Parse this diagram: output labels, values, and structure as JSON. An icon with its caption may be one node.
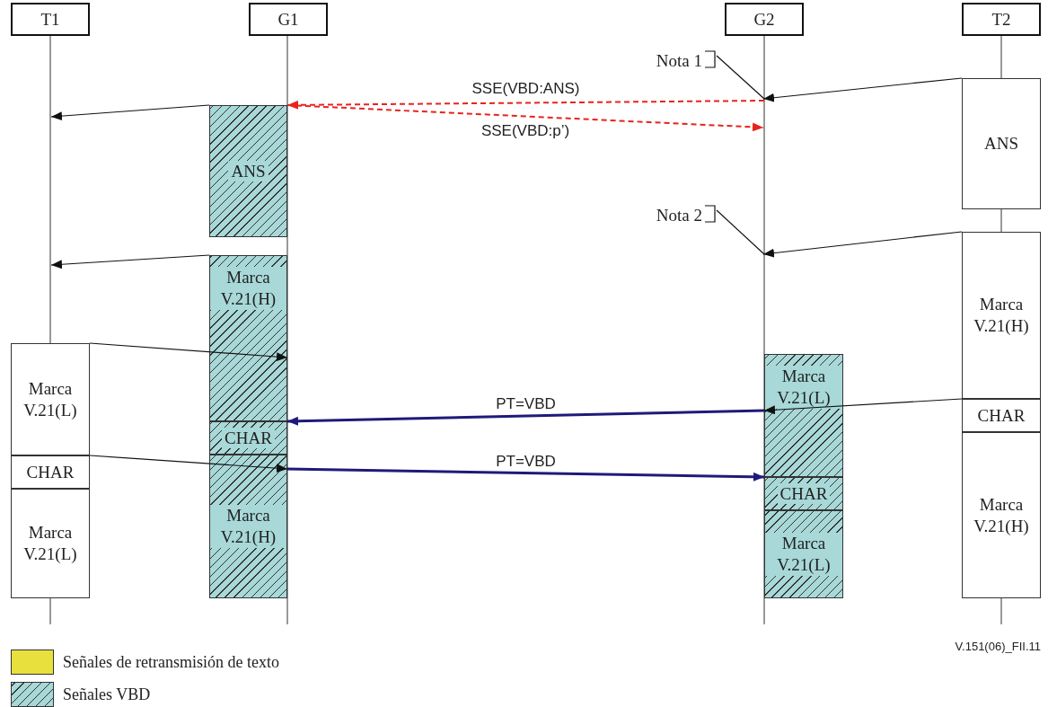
{
  "diagram": {
    "nodes": [
      {
        "text": [
          "T1"
        ]
      },
      {
        "text": [
          "G1"
        ]
      },
      {
        "text": [
          "G2"
        ]
      },
      {
        "text": [
          "T2"
        ]
      },
      {
        "text": [
          "ANS"
        ]
      },
      {
        "text": [
          "Marca V.21(H)"
        ]
      },
      {
        "text": [
          "CHAR"
        ]
      },
      {
        "text": [
          "Marca V.21(H)"
        ]
      },
      {
        "text": [
          "ANS"
        ]
      },
      {
        "text": [
          "Marca V.21(H)"
        ]
      },
      {
        "text": [
          "CHAR"
        ]
      },
      {
        "text": [
          "Marca V.21(H)"
        ]
      },
      {
        "text": [
          "Marca V.21(L)"
        ]
      },
      {
        "text": [
          "CHAR"
        ]
      },
      {
        "text": [
          "Marca V.21(L)"
        ]
      },
      {
        "text": [
          "Marca V.21(L)"
        ]
      },
      {
        "text": [
          "CHAR"
        ]
      },
      {
        "text": [
          "Marca V.21(L)"
        ]
      },
      {
        "text": [
          "Nota 1"
        ]
      },
      {
        "text": [
          "Nota 2"
        ]
      }
    ],
    "edges": [
      {
        "from": 4,
        "to": null,
        "arrow": "to"
      },
      {
        "from": null,
        "to": 8,
        "arrow": "to",
        "label": "SSE(VBD:ANS)",
        "style": "dashed",
        "color": "#e8231f"
      },
      {
        "from": 8,
        "to": null,
        "arrow": "to",
        "label": "SSE(VBD:p’)",
        "style": "dashed",
        "color": "#e8231f"
      },
      {
        "from": 8,
        "to": null,
        "arrow": "to"
      },
      {
        "from": 18,
        "to": null,
        "arrow": "none"
      },
      {
        "from": 5,
        "to": null,
        "arrow": "to"
      },
      {
        "from": 19,
        "to": null,
        "arrow": "none"
      },
      {
        "from": 9,
        "to": null,
        "arrow": "to"
      },
      {
        "from": 12,
        "to": 9,
        "arrow": "to"
      },
      {
        "from": 6,
        "to": 15,
        "arrow": "to"
      },
      {
        "from": 15,
        "to": 10,
        "arrow": "to",
        "label": "PT=VBD",
        "style": "thick",
        "color": "#1f1a7a"
      },
      {
        "from": 13,
        "to": 11,
        "arrow": "to"
      },
      {
        "from": 11,
        "to": 16,
        "arrow": "to",
        "label": "PT=VBD",
        "style": "thick",
        "color": "#1f1a7a"
      }
    ],
    "labels": [
      "V.151(06)_FII.11"
    ],
    "legend": [
      {
        "text": "Señales de retransmisión de texto",
        "color": "#e8e03c"
      },
      {
        "text": "Señales VBD"
      }
    ]
  }
}
